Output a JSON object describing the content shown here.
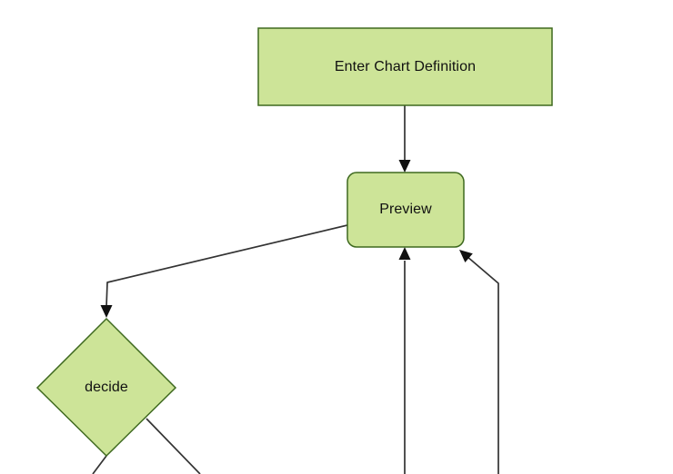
{
  "diagram": {
    "type": "flowchart",
    "direction": "top-down",
    "background_color": "#ffffff",
    "colors": {
      "node_fill": "#cde498",
      "node_border": "#3e691f",
      "edge_line": "#333333",
      "arrowhead": "#111111",
      "label_text": "#111111",
      "background": "#ffffff"
    },
    "nodes": [
      {
        "id": "A",
        "label": "Enter Chart Definition",
        "shape": "rectangle"
      },
      {
        "id": "B",
        "label": "Preview",
        "shape": "rounded-rectangle"
      },
      {
        "id": "C",
        "label": "decide",
        "shape": "diamond"
      }
    ],
    "edges": [
      {
        "from": "Enter Chart Definition",
        "to": "Preview",
        "arrowhead": true
      },
      {
        "from": "Preview",
        "to": "decide",
        "arrowhead": true
      },
      {
        "from": "offscreen-bottom",
        "to": "Preview",
        "arrowhead": true
      },
      {
        "from": "offscreen-bottom-right",
        "to": "Preview",
        "arrowhead": true
      },
      {
        "from": "decide",
        "to": "offscreen-bottom-left",
        "arrowhead": false
      },
      {
        "from": "decide",
        "to": "offscreen-bottom-right",
        "arrowhead": false
      }
    ]
  }
}
